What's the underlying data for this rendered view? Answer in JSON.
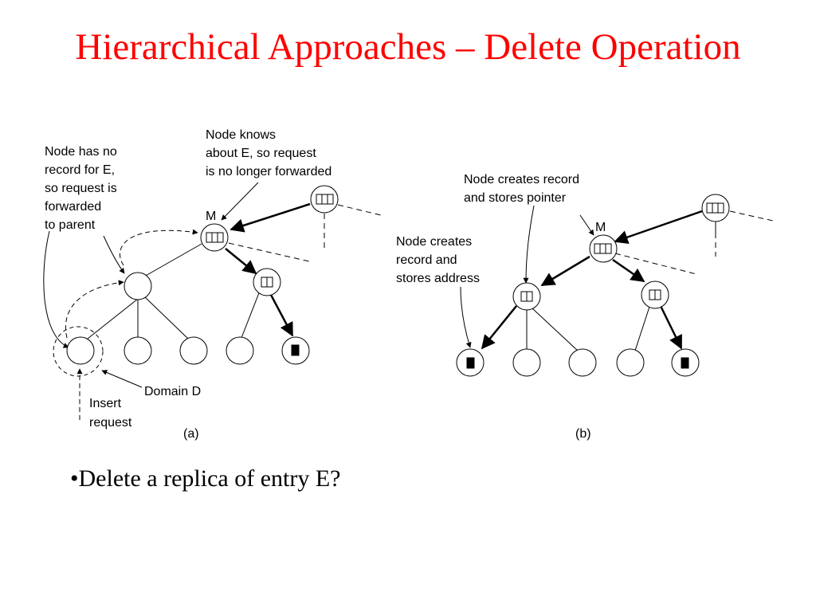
{
  "title": "Hierarchical Approaches – Delete Operation",
  "diagram_a": {
    "label_node_no_record": [
      "Node has no",
      "record for E,",
      "so request is",
      "forwarded",
      "to parent"
    ],
    "label_node_knows": [
      "Node knows",
      "about E, so request",
      "is no longer forwarded"
    ],
    "label_m": "M",
    "label_domain": "Domain D",
    "label_insert": [
      "Insert",
      "request"
    ],
    "caption": "(a)"
  },
  "diagram_b": {
    "label_creates_pointer": [
      "Node creates record",
      "and stores pointer"
    ],
    "label_creates_address": [
      "Node creates",
      "record and",
      "stores address"
    ],
    "label_m": "M",
    "caption": "(b)"
  },
  "bullet": "•Delete a replica of entry E?"
}
